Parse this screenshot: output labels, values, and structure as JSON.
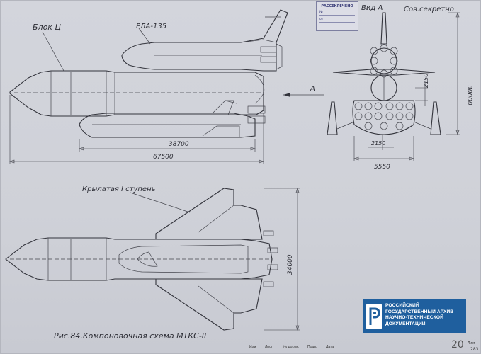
{
  "drawing": {
    "label_block": "Блок Ц",
    "label_rla": "РЛА-135",
    "label_view_a": "Вид А",
    "label_classification": "Сов.секретно",
    "arrow_view_label": "А",
    "label_winged_stage": "Крылатая I ступень",
    "caption": "Рис.84.Компоновочная схема МТКС-II",
    "dims": {
      "length_shuttle": "38700",
      "length_total": "67500",
      "height_total": "30000",
      "span_offset_1": "2150",
      "span_offset_2": "2150",
      "width_rear": "5550",
      "width_plan": "34000"
    }
  },
  "stamp": {
    "title": "РАССЕКРЕЧЕНО",
    "row1": "№",
    "row2": "от"
  },
  "archive": {
    "lines": [
      "РОССИЙСКИЙ",
      "ГОСУДАРСТВЕННЫЙ АРХИВ",
      "НАУЧНО-ТЕХНИЧЕСКОЙ",
      "ДОКУМЕНТАЦИИ"
    ],
    "color": "#1f5f9e"
  },
  "title_block": {
    "cols": [
      "Изм",
      "Лист",
      "№ докум.",
      "Подп.",
      "Дата"
    ],
    "sheet_label": "Лист",
    "sheet_number": "283",
    "page_handwritten": "20"
  }
}
